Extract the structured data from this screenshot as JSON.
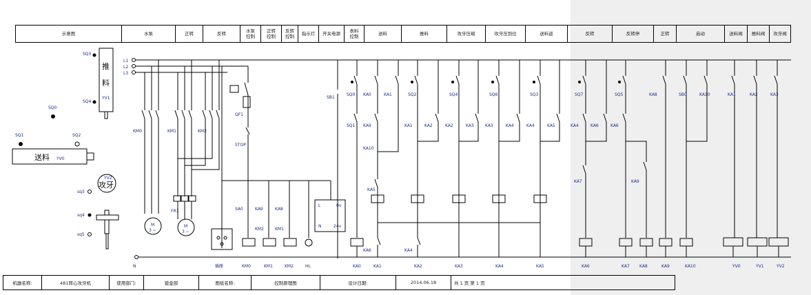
{
  "header": [
    {
      "id": "h0",
      "label": "示意图"
    },
    {
      "id": "h1",
      "label": "水泵"
    },
    {
      "id": "h2",
      "label": "正转"
    },
    {
      "id": "h3",
      "label": "反转"
    },
    {
      "id": "h4",
      "label": "水泵\n控制"
    },
    {
      "id": "h5",
      "label": "正转\n控制"
    },
    {
      "id": "h6",
      "label": "反转\n控制"
    },
    {
      "id": "h7",
      "label": "指示灯"
    },
    {
      "id": "h8",
      "label": "开关电源"
    },
    {
      "id": "h9",
      "label": "表料\n控制"
    },
    {
      "id": "h10",
      "label": "送料"
    },
    {
      "id": "h11",
      "label": "推料"
    },
    {
      "id": "h12",
      "label": "攻牙压缩"
    },
    {
      "id": "h13",
      "label": "攻牙压到位"
    },
    {
      "id": "h14",
      "label": "送料返"
    },
    {
      "id": "h15",
      "label": "反转"
    },
    {
      "id": "h16",
      "label": "反转停"
    },
    {
      "id": "h17",
      "label": "正转"
    },
    {
      "id": "h18",
      "label": "启动"
    },
    {
      "id": "h19",
      "label": "送料阀"
    },
    {
      "id": "h20",
      "label": "推料阀"
    },
    {
      "id": "h21",
      "label": "攻牙阀"
    }
  ],
  "footer": {
    "machine_label": "机器名称:",
    "machine_value": "481转心攻牙机",
    "dept_label": "使用部门:",
    "dept_value": "钣金部",
    "drawing_label": "图纸名称:",
    "drawing_value": "控制原理图",
    "date_label": "设计日期:",
    "date_value": "2014.06.18",
    "pages_text": "共  1  页      第  1  页"
  },
  "labels": {
    "L1": "L1",
    "L2": "L2",
    "L3": "L3",
    "N": "N",
    "KM0": "KM0",
    "KM1": "KM1",
    "KM2": "KM2",
    "FR1": "FR1",
    "QF1": "QF1",
    "STOP": "STOP",
    "SA0": "SA0",
    "KA9": "KA9",
    "KA8": "KA8",
    "HL": "HL",
    "psu_L": "L",
    "psu_0v": "0v",
    "psu_N": "N",
    "psu_24v": "24v",
    "SB1": "SB1",
    "SQ0": "SQ0",
    "SQ1": "SQ1",
    "SQ2": "SQ2",
    "SQ3": "SQ3",
    "SQ4": "SQ4",
    "SQ6": "SQ6",
    "SQ7": "SQ7",
    "SQ5": "SQ5",
    "KA0": "KA0",
    "KA1": "KA1",
    "KA2": "KA2",
    "KA3": "KA3",
    "KA4": "KA4",
    "KA5": "KA5",
    "KA6": "KA6",
    "KA7": "KA7",
    "KA10": "KA10",
    "SB0": "SB0",
    "YV0": "YV0",
    "YV1": "YV1",
    "YV2": "YV2",
    "socket": "插座",
    "motor": "M",
    "motor_sub": "3 ~",
    "sq3": "sq3",
    "sq4": "sq4",
    "sq5": "sq5",
    "push": "推",
    "feed": "料",
    "tap": "攻牙",
    "send": "送料"
  }
}
